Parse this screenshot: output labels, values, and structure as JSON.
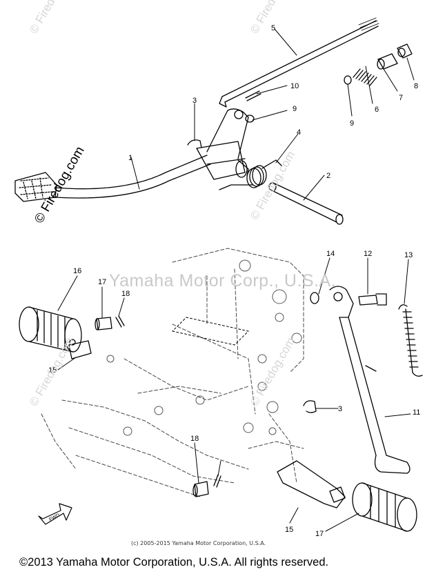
{
  "watermarks": {
    "corp_text": "Yamaha Motor Corp., U.S.A.",
    "site_text": "© Firedog.com"
  },
  "copyright_small": "(c) 2005-2015 Yamaha Motor Corporation, U.S.A.",
  "copyright_main": "©2013 Yamaha Motor Corporation, U.S.A. All rights reserved.",
  "front_arrow_label": "FWD",
  "callouts": [
    {
      "id": "c1",
      "label": "1"
    },
    {
      "id": "c2",
      "label": "2"
    },
    {
      "id": "c3a",
      "label": "3"
    },
    {
      "id": "c3b",
      "label": "3"
    },
    {
      "id": "c4",
      "label": "4"
    },
    {
      "id": "c5",
      "label": "5"
    },
    {
      "id": "c6",
      "label": "6"
    },
    {
      "id": "c7",
      "label": "7"
    },
    {
      "id": "c8",
      "label": "8"
    },
    {
      "id": "c9a",
      "label": "9"
    },
    {
      "id": "c9b",
      "label": "9"
    },
    {
      "id": "c10",
      "label": "10"
    },
    {
      "id": "c11",
      "label": "11"
    },
    {
      "id": "c12",
      "label": "12"
    },
    {
      "id": "c13",
      "label": "13"
    },
    {
      "id": "c14",
      "label": "14"
    },
    {
      "id": "c15a",
      "label": "15"
    },
    {
      "id": "c15b",
      "label": "15"
    },
    {
      "id": "c16",
      "label": "16"
    },
    {
      "id": "c17a",
      "label": "17"
    },
    {
      "id": "c17b",
      "label": "17"
    },
    {
      "id": "c18a",
      "label": "18"
    },
    {
      "id": "c18b",
      "label": "18"
    }
  ],
  "colors": {
    "line": "#000000",
    "watermark": "#c9c9c9",
    "background": "#ffffff"
  }
}
